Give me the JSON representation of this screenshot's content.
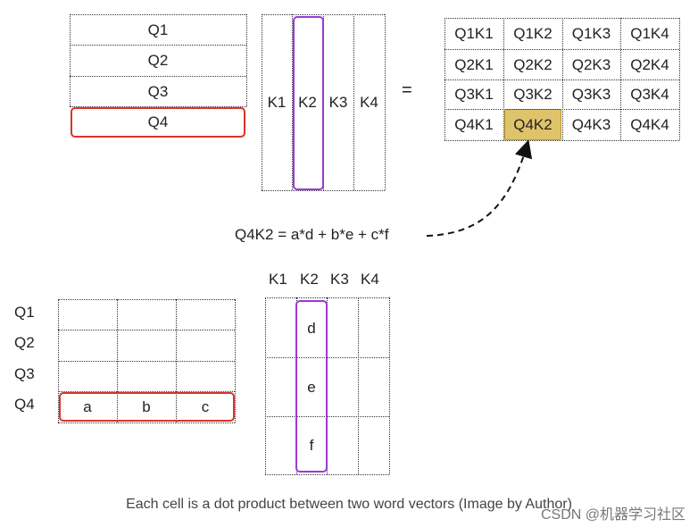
{
  "top": {
    "q_rows": [
      "Q1",
      "Q2",
      "Q3",
      "Q4"
    ],
    "k_cols": [
      "K1",
      "K2",
      "K3",
      "K4"
    ],
    "equals": "=",
    "result": [
      [
        "Q1K1",
        "Q1K2",
        "Q1K3",
        "Q1K4"
      ],
      [
        "Q2K1",
        "Q2K2",
        "Q2K3",
        "Q2K4"
      ],
      [
        "Q3K1",
        "Q3K2",
        "Q3K3",
        "Q3K4"
      ],
      [
        "Q4K1",
        "Q4K2",
        "Q4K3",
        "Q4K4"
      ]
    ],
    "formula": "Q4K2 = a*d + b*e + c*f"
  },
  "bottom": {
    "q_labels": [
      "Q1",
      "Q2",
      "Q3",
      "Q4"
    ],
    "k_labels": [
      "K1",
      "K2",
      "K3",
      "K4"
    ],
    "q4_values": [
      "a",
      "b",
      "c"
    ],
    "k2_values": [
      "d",
      "e",
      "f"
    ]
  },
  "colors": {
    "query_highlight": "#d9342b",
    "key_highlight": "#9b39d6",
    "result_highlight": "#dfc36a"
  },
  "caption": "Each cell is a dot product between two word vectors (Image by Author)",
  "watermark": "CSDN @机器学习社区"
}
